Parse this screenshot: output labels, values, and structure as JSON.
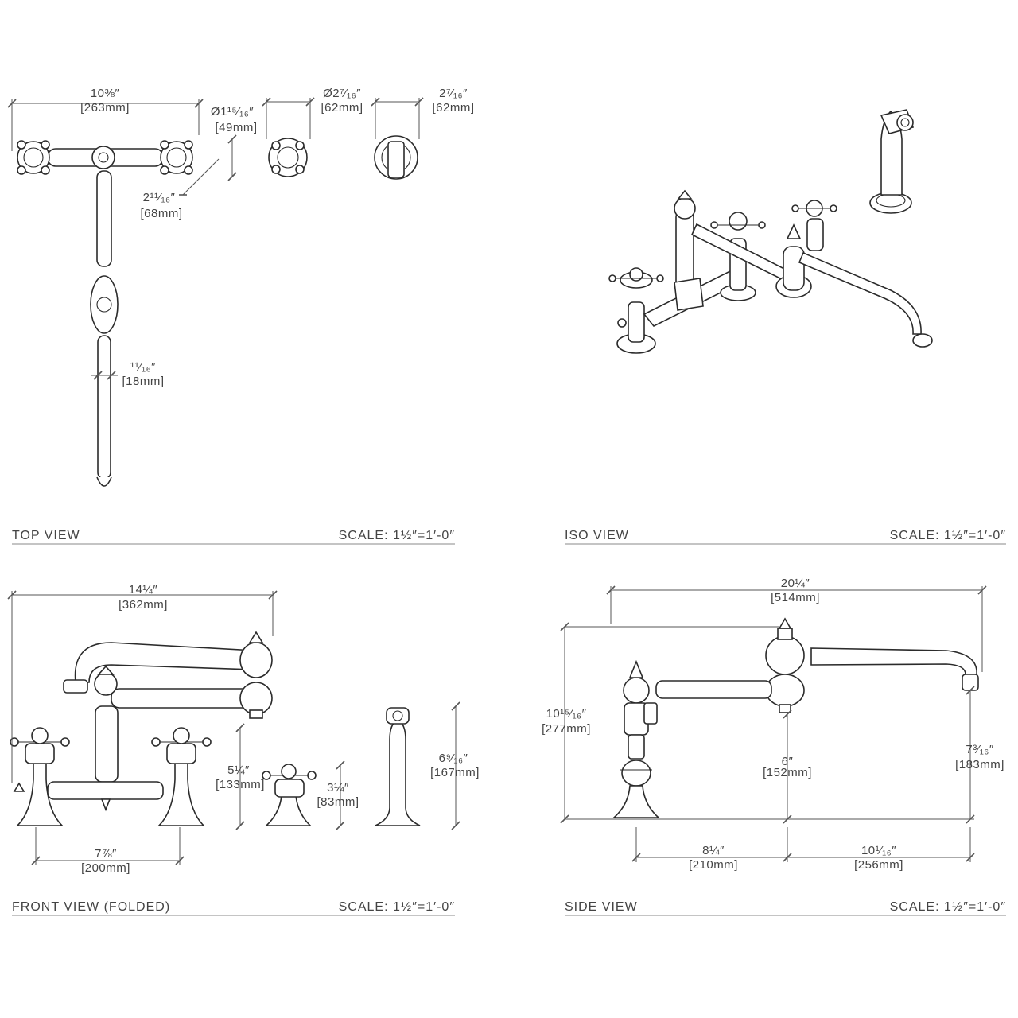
{
  "top_view": {
    "title": "TOP VIEW",
    "scale": "SCALE: 1½″=1′-0″",
    "dims": {
      "overall_width": {
        "in": "10⅜″",
        "mm": "[263mm]"
      },
      "handle_dia": {
        "in": "Ø1¹⁵⁄₁₆″",
        "mm": "[49mm]"
      },
      "handle_diag": {
        "in": "2¹¹⁄₁₆″",
        "mm": "[68mm]"
      },
      "sprayer_dia": {
        "in": "Ø2⁷⁄₁₆″",
        "mm": "[62mm]"
      },
      "base_dia": {
        "in": "2⁷⁄₁₆″",
        "mm": "[62mm]"
      },
      "spout_dia": {
        "in": "¹¹⁄₁₆″",
        "mm": "[18mm]"
      }
    }
  },
  "iso_view": {
    "title": "ISO VIEW",
    "scale": "SCALE: 1½″=1′-0″"
  },
  "front_view": {
    "title": "FRONT VIEW (FOLDED)",
    "scale": "SCALE: 1½″=1′-0″",
    "dims": {
      "overall_width": {
        "in": "14¼″",
        "mm": "[362mm]"
      },
      "bridge_height": {
        "in": "5¼″",
        "mm": "[133mm]"
      },
      "handle_height": {
        "in": "3¼″",
        "mm": "[83mm]"
      },
      "sprayer_height": {
        "in": "6⁹⁄₁₆″",
        "mm": "[167mm]"
      },
      "centers": {
        "in": "7⅞″",
        "mm": "[200mm]"
      }
    }
  },
  "side_view": {
    "title": "SIDE VIEW",
    "scale": "SCALE: 1½″=1′-0″",
    "dims": {
      "overall_reach": {
        "in": "20¼″",
        "mm": "[514mm]"
      },
      "overall_height": {
        "in": "10¹⁵⁄₁₆″",
        "mm": "[277mm]"
      },
      "arm_height": {
        "in": "6″",
        "mm": "[152mm]"
      },
      "spout_height": {
        "in": "7³⁄₁₆″",
        "mm": "[183mm]"
      },
      "base_to_pivot": {
        "in": "8¼″",
        "mm": "[210mm]"
      },
      "pivot_to_spout": {
        "in": "10¹⁄₁₆″",
        "mm": "[256mm]"
      }
    }
  }
}
